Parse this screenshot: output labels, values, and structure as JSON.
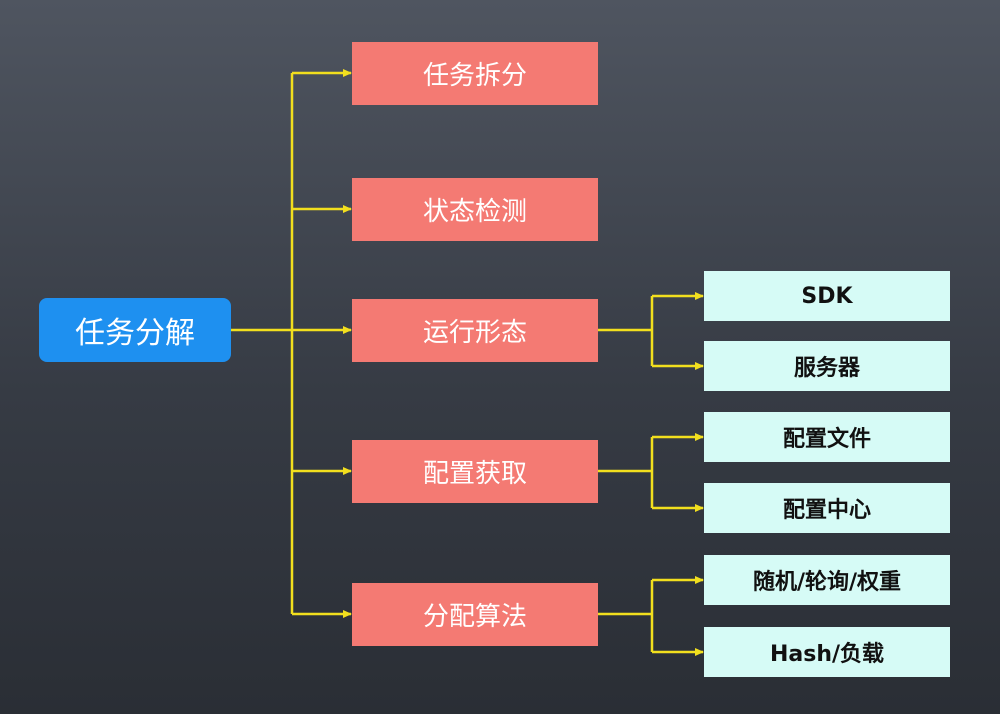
{
  "colors": {
    "root_fill": "#1e90f0",
    "branch_fill": "#f47a73",
    "leaf_fill": "#d6fbf6",
    "connector": "#f2df1e"
  },
  "root": {
    "label": "任务分解"
  },
  "branches": [
    {
      "label": "任务拆分",
      "children": []
    },
    {
      "label": "状态检测",
      "children": []
    },
    {
      "label": "运行形态",
      "children": [
        {
          "label": "SDK"
        },
        {
          "label": "服务器"
        }
      ]
    },
    {
      "label": "配置获取",
      "children": [
        {
          "label": "配置文件"
        },
        {
          "label": "配置中心"
        }
      ]
    },
    {
      "label": "分配算法",
      "children": [
        {
          "label": "随机/轮询/权重"
        },
        {
          "label": "Hash/负载"
        }
      ]
    }
  ]
}
